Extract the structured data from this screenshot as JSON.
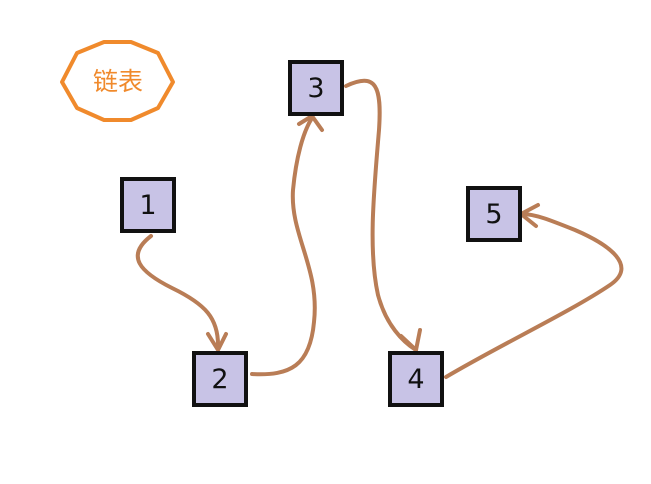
{
  "title": "链表",
  "colors": {
    "node_fill": "#c8c3e6",
    "node_border": "#111111",
    "arrow": "#b97d56",
    "title_accent": "#f08a2c"
  },
  "nodes": [
    {
      "id": "n1",
      "label": "1"
    },
    {
      "id": "n2",
      "label": "2"
    },
    {
      "id": "n3",
      "label": "3"
    },
    {
      "id": "n4",
      "label": "4"
    },
    {
      "id": "n5",
      "label": "5"
    }
  ],
  "edges": [
    {
      "from": "1",
      "to": "2"
    },
    {
      "from": "2",
      "to": "3"
    },
    {
      "from": "3",
      "to": "4"
    },
    {
      "from": "4",
      "to": "5"
    }
  ]
}
